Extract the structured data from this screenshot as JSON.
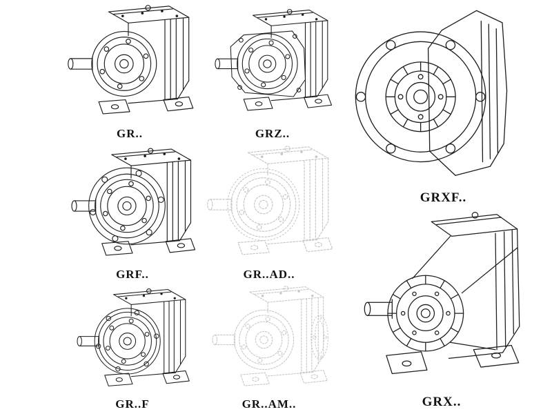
{
  "colors": {
    "background": "#ffffff",
    "line": "#1d1d1d",
    "ghost": "#c6c6c6",
    "label": "#111111"
  },
  "figures": [
    {
      "id": "gr",
      "label": "GR..",
      "drawing": "helical-gear-unit-foot-mounted",
      "ghost": false
    },
    {
      "id": "grz",
      "label": "GRZ..",
      "drawing": "helical-gear-unit-foot-mounted-variant",
      "ghost": false
    },
    {
      "id": "grxf",
      "label": "GRXF..",
      "drawing": "helical-gear-unit-flange-front-view",
      "ghost": false
    },
    {
      "id": "grf",
      "label": "GRF..",
      "drawing": "helical-gear-unit-flange-mounted",
      "ghost": false
    },
    {
      "id": "grad",
      "label": "GR..AD..",
      "drawing": "helical-gear-unit-with-input-adapter",
      "ghost": true
    },
    {
      "id": "grff",
      "label": "GR..F",
      "drawing": "helical-gear-unit-foot-and-flange",
      "ghost": false
    },
    {
      "id": "gram",
      "label": "GR..AM..",
      "drawing": "helical-gear-unit-with-motor-adapter",
      "ghost": true
    },
    {
      "id": "grx",
      "label": "GRX..",
      "drawing": "helical-gear-unit-large-foot-mounted",
      "ghost": false
    }
  ]
}
